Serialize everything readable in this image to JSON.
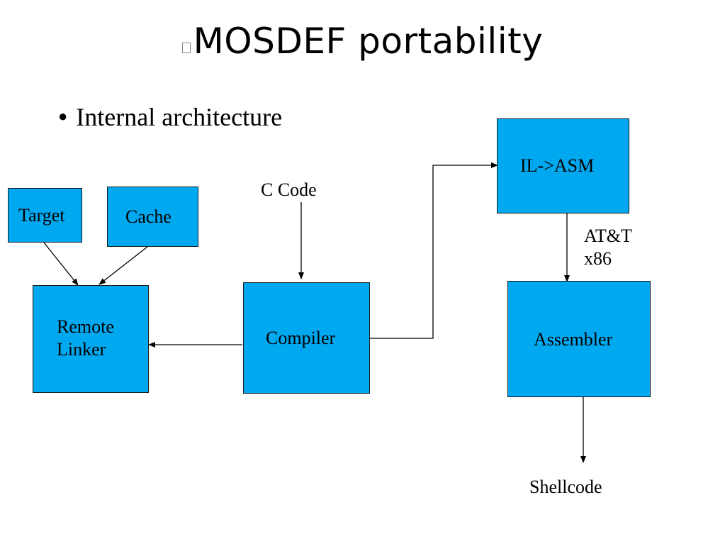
{
  "title": "MOSDEF portability",
  "bullet": "Internal architecture",
  "boxes": {
    "target": "Target",
    "cache": "Cache",
    "remote_linker": "Remote\nLinker",
    "compiler": "Compiler",
    "il_asm": "IL->ASM",
    "assembler": "Assembler"
  },
  "labels": {
    "c_code": "C Code",
    "att_x86": "AT&T\nx86",
    "shellcode": "Shellcode"
  },
  "colors": {
    "box_fill": "#00a8f0",
    "line": "#000000"
  }
}
